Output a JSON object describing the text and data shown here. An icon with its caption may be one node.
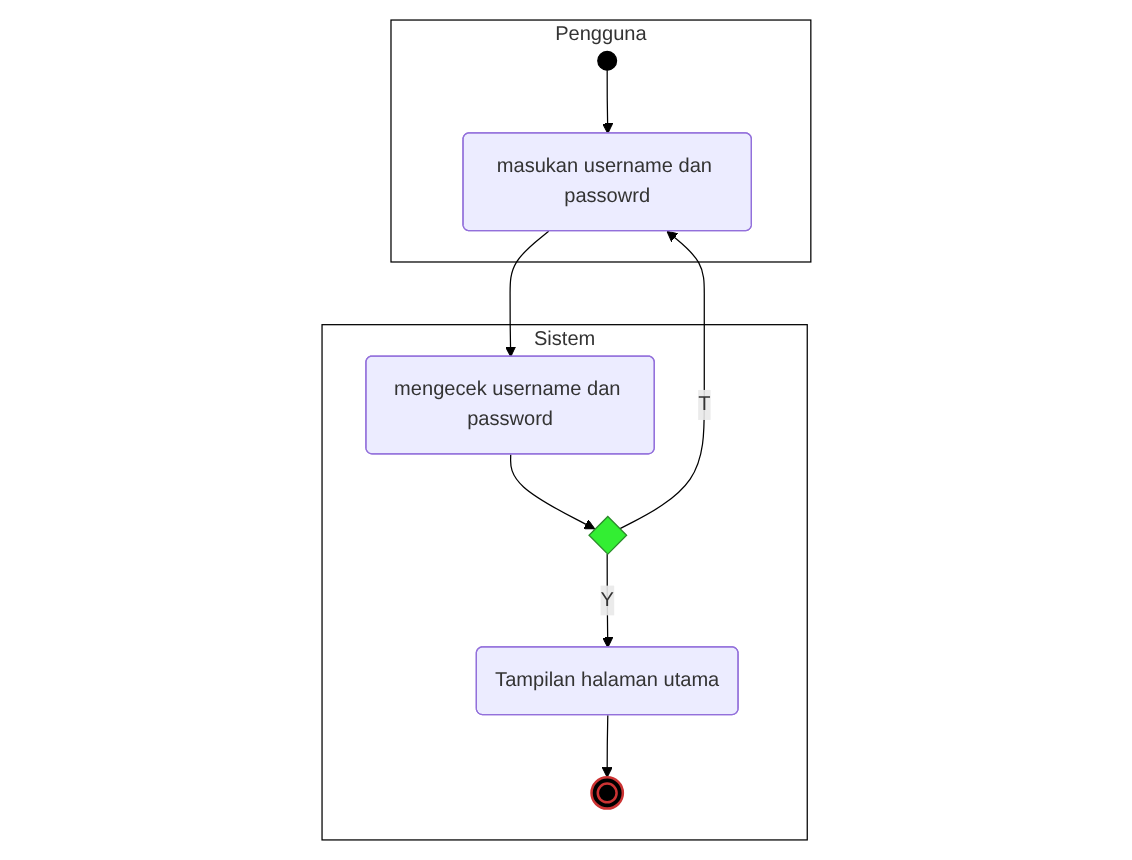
{
  "diagram": {
    "nodes": [
      {
        "text": [
          "Pengguna"
        ]
      },
      {
        "text": [
          "Sistem"
        ]
      },
      {
        "text": [],
        "shape": "circle",
        "in": 0
      },
      {
        "text": [
          "masukan username dan passowrd"
        ],
        "in": 0
      },
      {
        "text": [
          "mengecek username dan password"
        ],
        "in": 1
      },
      {
        "text": [],
        "shape": "diamond",
        "in": 1
      },
      {
        "text": [
          "Tampilan halaman utama"
        ],
        "in": 1
      },
      {
        "text": [],
        "shape": "circle",
        "in": 1
      }
    ],
    "edges": [
      {
        "from": 2,
        "to": 3,
        "arrow": "to"
      },
      {
        "from": 3,
        "to": 4,
        "arrow": "to"
      },
      {
        "from": 4,
        "to": 5,
        "arrow": "to"
      },
      {
        "from": 5,
        "to": 3,
        "arrow": "to",
        "label": "T"
      },
      {
        "from": 5,
        "to": 6,
        "arrow": "to",
        "label": "Y"
      },
      {
        "from": 6,
        "to": 7,
        "arrow": "to"
      }
    ]
  }
}
